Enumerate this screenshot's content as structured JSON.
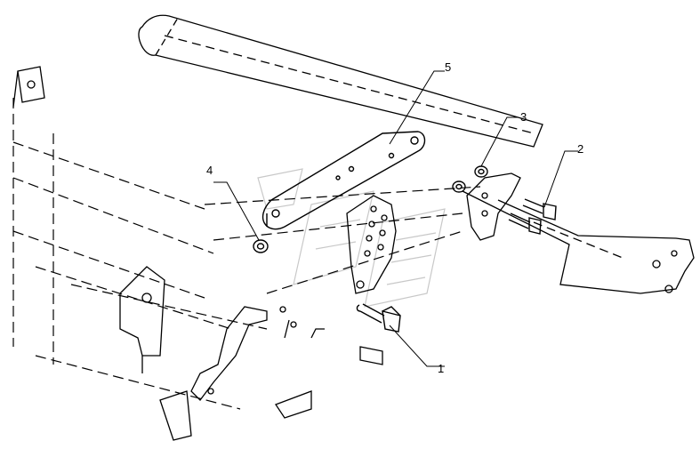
{
  "callouts": [
    {
      "id": "1",
      "label": "1"
    },
    {
      "id": "2",
      "label": "2"
    },
    {
      "id": "3",
      "label": "3"
    },
    {
      "id": "4",
      "label": "4"
    },
    {
      "id": "5",
      "label": "5"
    }
  ],
  "colors": {
    "line": "#000000",
    "watermark": "#c8c8c8",
    "background": "#ffffff"
  }
}
